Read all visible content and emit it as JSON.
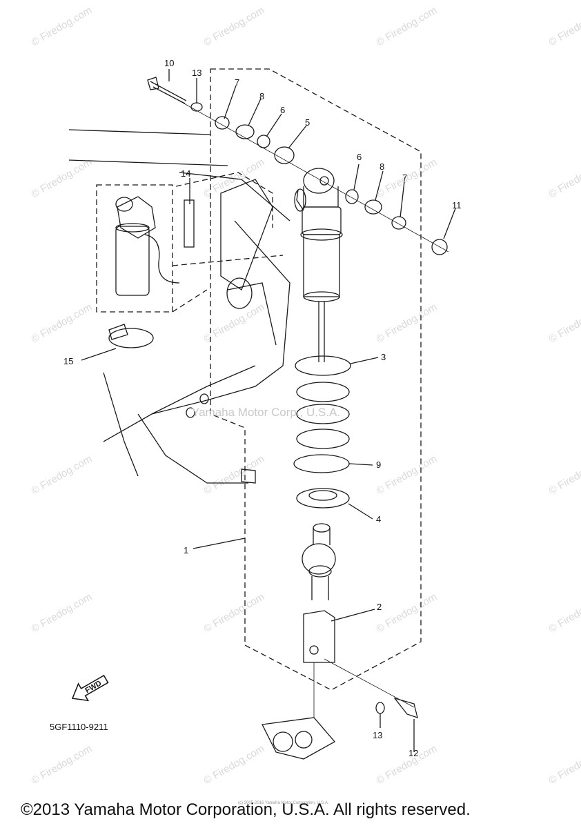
{
  "watermark": "© Firedog.com",
  "center_watermark": "Yamaha Motor Corp., U.S.A.",
  "diagram_code": "5GF1110-9211",
  "fwd_label": "FWD",
  "copyright": "©2013 Yamaha Motor Corporation, U.S.A. All rights reserved.",
  "fine_print": "(c) 2005-2016 Yamaha Motor Corporation, U.S.A.",
  "callouts": {
    "c1": "1",
    "c2": "2",
    "c3": "3",
    "c4": "4",
    "c5": "5",
    "c6a": "6",
    "c6b": "6",
    "c7a": "7",
    "c7b": "7",
    "c8a": "8",
    "c8b": "8",
    "c9": "9",
    "c10": "10",
    "c11": "11",
    "c12": "12",
    "c13a": "13",
    "c13b": "13",
    "c14": "14",
    "c15": "15"
  },
  "colors": {
    "line": "#1a1a1a",
    "watermark": "#d9d9d9",
    "background": "#ffffff"
  }
}
